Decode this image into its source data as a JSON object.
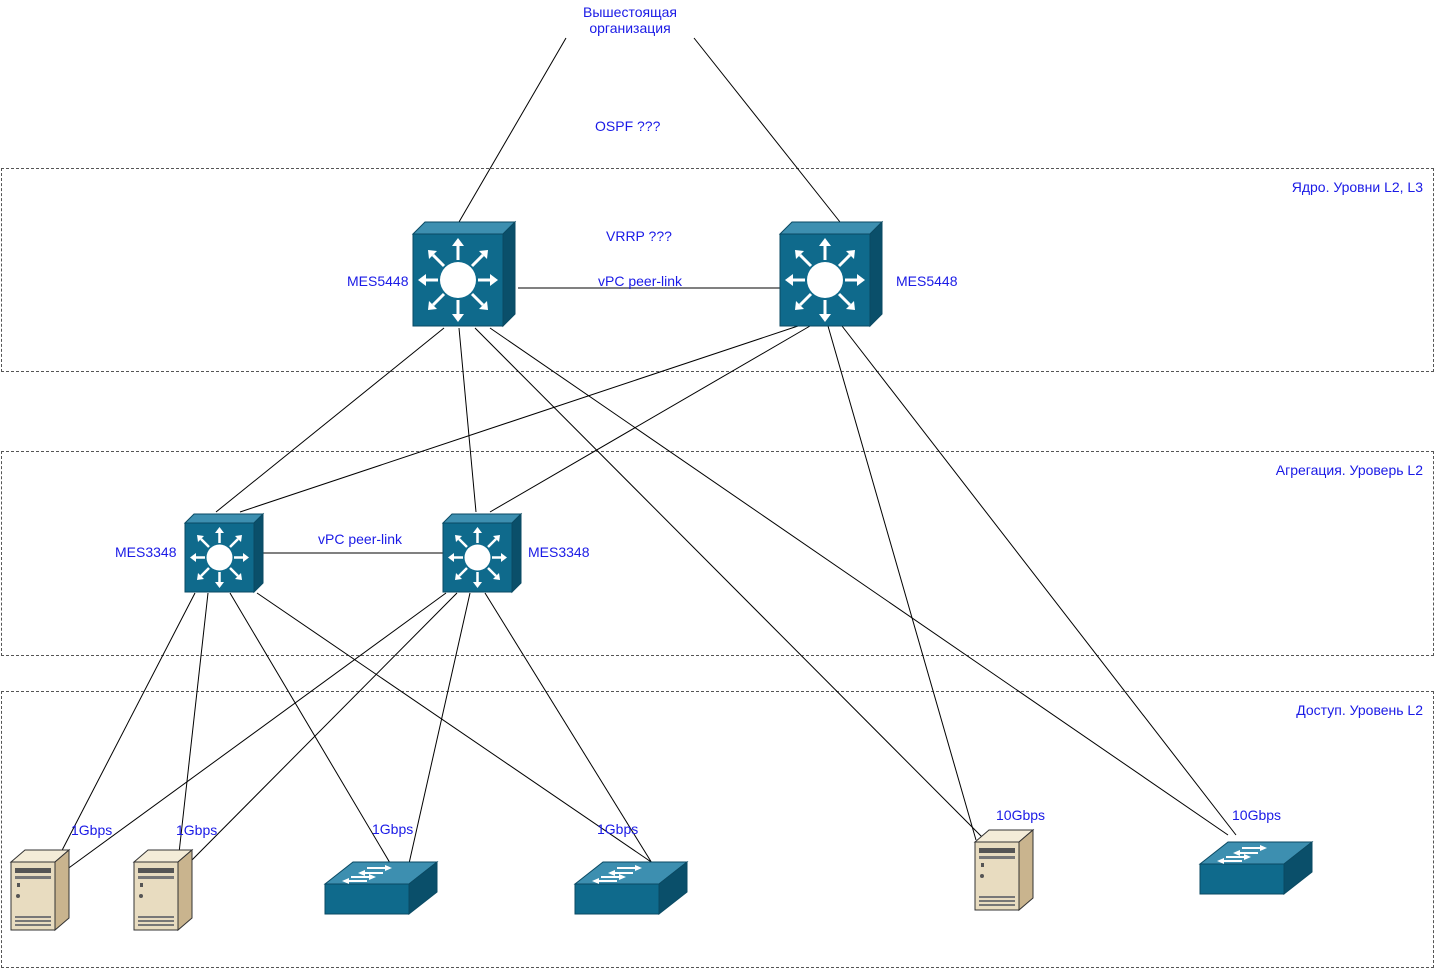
{
  "top_node": {
    "line1": "Вышестоящая",
    "line2": "организация"
  },
  "protocols": {
    "ospf": "OSPF ???",
    "vrrp": "VRRP ???"
  },
  "zones": {
    "core": "Ядро. Уровни L2, L3",
    "aggregation": "Агрегация. Уроверь L2",
    "access": "Доступ. Уровень L2"
  },
  "core_switches": [
    {
      "name": "MES5448"
    },
    {
      "name": "MES5448"
    }
  ],
  "agg_switches": [
    {
      "name": "MES3348"
    },
    {
      "name": "MES3348"
    }
  ],
  "links": {
    "core_peer": "vPC peer-link",
    "agg_peer": "vPC peer-link"
  },
  "access_links": {
    "server1": "1Gbps",
    "server2": "1Gbps",
    "switch1": "1Gbps",
    "switch2": "1Gbps",
    "server3": "10Gbps",
    "switch3": "10Gbps"
  },
  "colors": {
    "device_blue": "#0f6a8c",
    "label_blue": "#1a1ae6",
    "server_beige": "#e8dcc0"
  }
}
